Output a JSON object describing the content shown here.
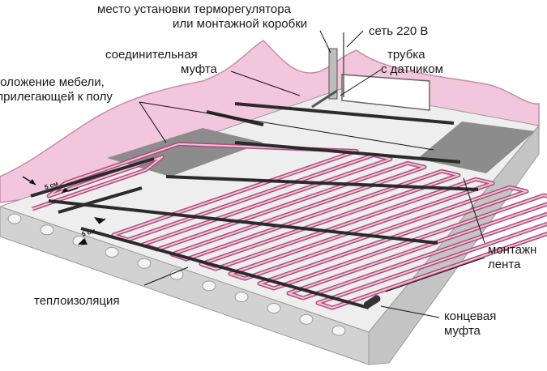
{
  "labels": {
    "thermostat_line1": "место установки терморегулятора",
    "thermostat_line2": "или монтажной коробки",
    "mains": "сеть 220 В",
    "coupling_line1": "соединительная",
    "coupling_line2": "муфта",
    "tube_line1": "трубка",
    "tube_line2": "с датчиком",
    "furniture_line1": "положение мебели,",
    "furniture_line2": "прилегающей к полу",
    "mount_tape_line1": "монтажн",
    "mount_tape_line2": "лента",
    "insulation": "теплоизоляция",
    "end_coupling_line1": "концевая",
    "end_coupling_line2": "муфта",
    "gap_top": "5 см",
    "gap_bottom": "5 см"
  },
  "colors": {
    "wall": "#f2c6dc",
    "wall_edge": "#c98aa9",
    "floor": "#eeeeee",
    "slab_side": "#d2d2d2",
    "furniture": "#8c8c8c",
    "cable": "#b04a7a",
    "cable_core": "#f0c4d8",
    "tape": "#2b2b2b"
  }
}
